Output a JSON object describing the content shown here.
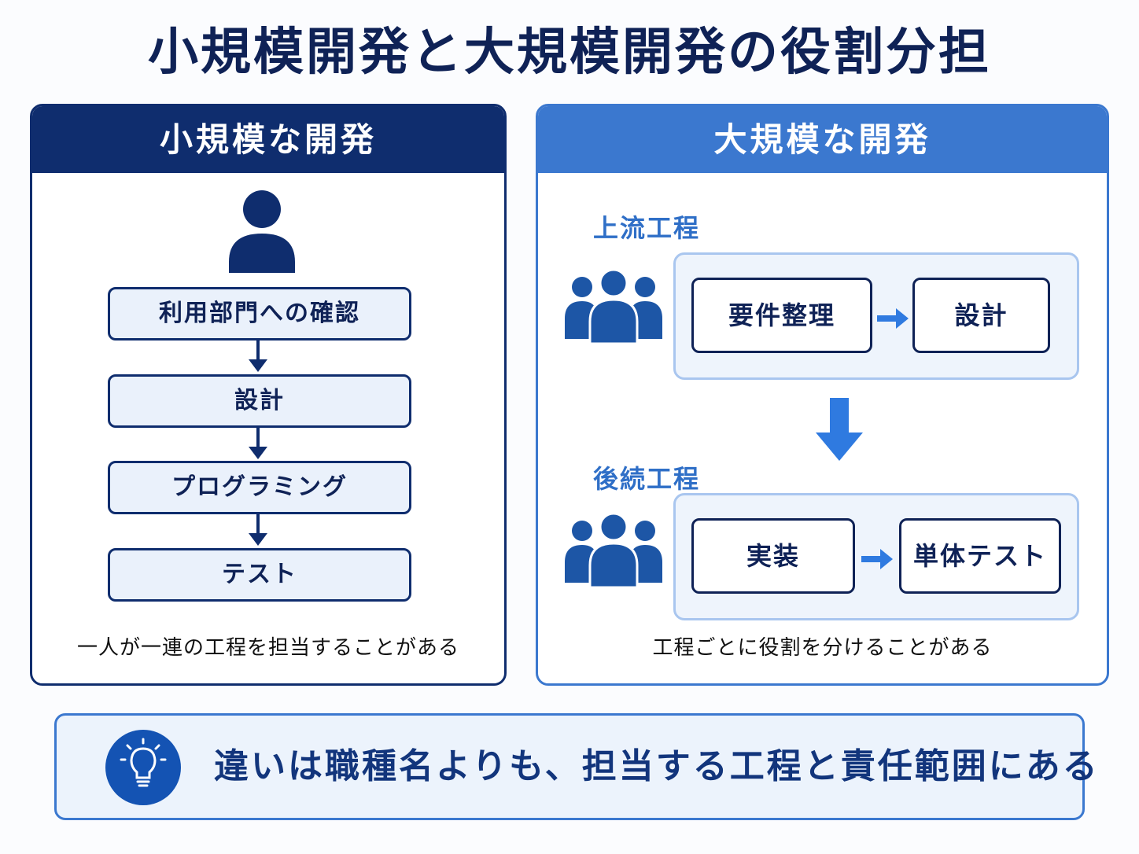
{
  "title": "小規模開発と大規模開発の役割分担",
  "small": {
    "header": "小規模な開発",
    "steps": [
      "利用部門への確認",
      "設計",
      "プログラミング",
      "テスト"
    ],
    "caption": "一人が一連の工程を担当することがある",
    "icon": "person-icon"
  },
  "large": {
    "header": "大規模な開発",
    "upstream": {
      "label": "上流工程",
      "tasks": [
        "要件整理",
        "設計"
      ]
    },
    "downstream": {
      "label": "後続工程",
      "tasks": [
        "実装",
        "単体テスト"
      ]
    },
    "caption": "工程ごとに役割を分けることがある",
    "icon": "group-icon"
  },
  "callout": {
    "text": "違いは職種名よりも、担当する工程と責任範囲にある",
    "icon": "lightbulb-icon"
  },
  "colors": {
    "navy": "#0f2d6e",
    "blue": "#3b78cf",
    "light_blue_fill": "#eaf1fb"
  }
}
